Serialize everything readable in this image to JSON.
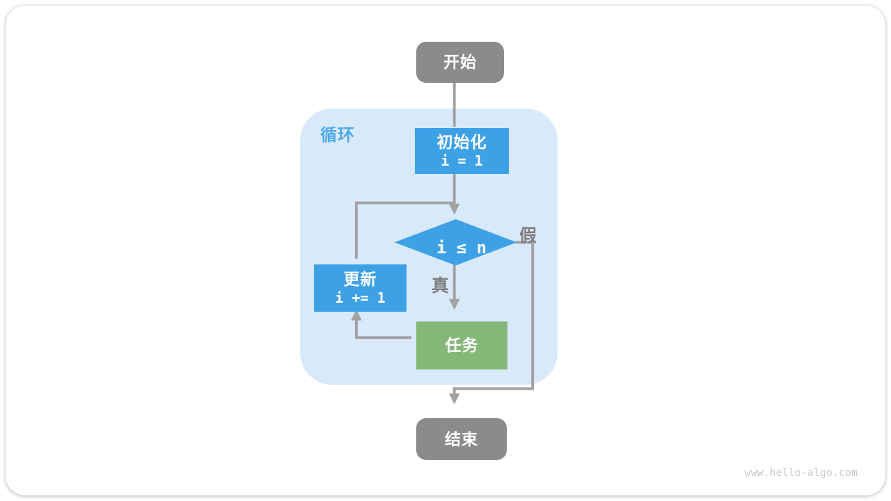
{
  "diagram": {
    "loop_label": "循环",
    "nodes": {
      "start": {
        "label": "开始"
      },
      "init": {
        "label": "初始化",
        "code": "i = 1"
      },
      "condition": {
        "code": "i ≤ n"
      },
      "update": {
        "label": "更新",
        "code": "i += 1"
      },
      "task": {
        "label": "任务"
      },
      "end": {
        "label": "结束"
      }
    },
    "edge_labels": {
      "true_branch": "真",
      "false_branch": "假"
    },
    "colors": {
      "process_blue": "#3EA1E5",
      "loop_background": "#D8EAFA",
      "loop_label_blue": "#4FA8EA",
      "task_green": "#85B878",
      "terminal_gray": "#8B8B8B",
      "edge_gray": "#A2A2A2",
      "branch_label_gray": "#7F7F7F",
      "watermark_gray": "#C9C9C9"
    }
  },
  "watermark": "www.hello-algo.com"
}
